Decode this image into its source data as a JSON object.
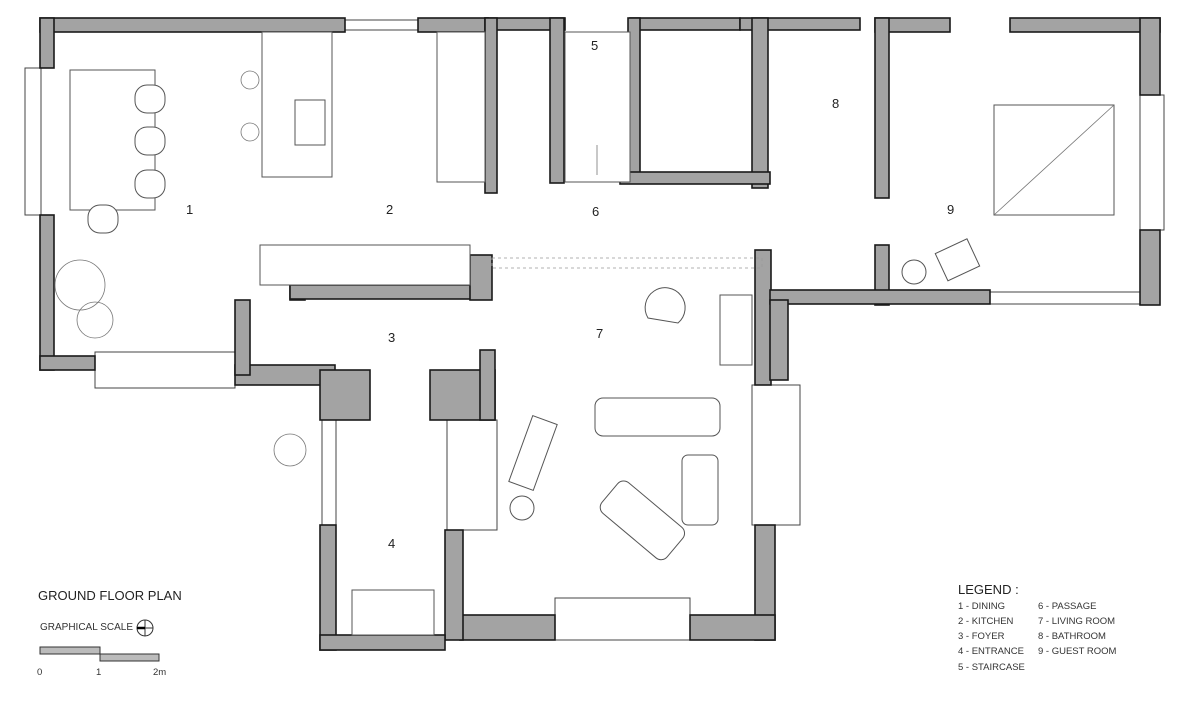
{
  "plan": {
    "title": "GROUND FLOOR PLAN",
    "scale_label": "GRAPHICAL SCALE",
    "scale_ticks": [
      "0",
      "1",
      "2m"
    ]
  },
  "rooms": [
    {
      "num": "1"
    },
    {
      "num": "2"
    },
    {
      "num": "3"
    },
    {
      "num": "4"
    },
    {
      "num": "5"
    },
    {
      "num": "6"
    },
    {
      "num": "7"
    },
    {
      "num": "8"
    },
    {
      "num": "9"
    }
  ],
  "legend": {
    "title": "LEGEND :",
    "items": [
      "1 - DINING",
      "2 - KITCHEN",
      "3 - FOYER",
      "4 - ENTRANCE",
      "5 - STAIRCASE",
      "6 - PASSAGE",
      "7 - LIVING ROOM",
      "8 - BATHROOM",
      "9 - GUEST ROOM"
    ]
  }
}
